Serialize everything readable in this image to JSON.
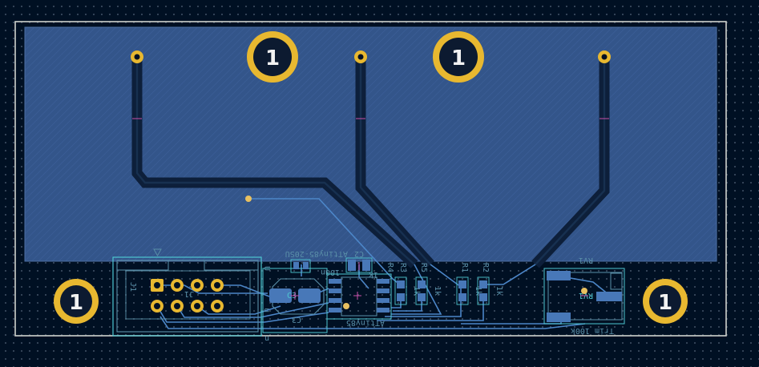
{
  "colors": {
    "background": "#001023",
    "board_edge": "#d0d2cd",
    "copper_fill": "#33558a",
    "copper_fill_hatch": "#4d6ea3",
    "trace_front": "#4c86c8",
    "silkscreen": "#5a8fa8",
    "courtyard": "#4ec6d0",
    "pad": "#4878b8",
    "mounting_hole": "#e8b830",
    "via": "#e8c060",
    "anchor": "#c84fa8"
  },
  "icons": {
    "mounting_hole": "mounting-hole-icon",
    "via": "via-icon",
    "pin1_marker": "pin1-triangle-icon"
  },
  "mounting_holes": [
    {
      "label": "1"
    },
    {
      "label": "1"
    },
    {
      "label": "1"
    },
    {
      "label": "1"
    }
  ],
  "silkscreen": {
    "j1_ref": "J1",
    "j1_value": "J1",
    "u_ref": "u",
    "u_value_a": "U",
    "u_value_b": "u",
    "c3_ref": "C3",
    "c3_value": "C3",
    "c2_ref": "C2",
    "c2_value": "100n",
    "attiny_top": "ATtiny85-20SU",
    "ic_bottom": "ATtiny85",
    "r3_ref": "R3",
    "r3_value": "1k",
    "r4_ref": "R4",
    "r4_value": "1k",
    "r5_ref": "R5",
    "r5_value": "1k",
    "r1_ref": "R1",
    "r1_value": "1k",
    "r2_ref": "R2",
    "r2_value": "1k",
    "rv1_ref": "RV1",
    "rv1_value": "RV1",
    "trim_value": "Trim 100k"
  }
}
